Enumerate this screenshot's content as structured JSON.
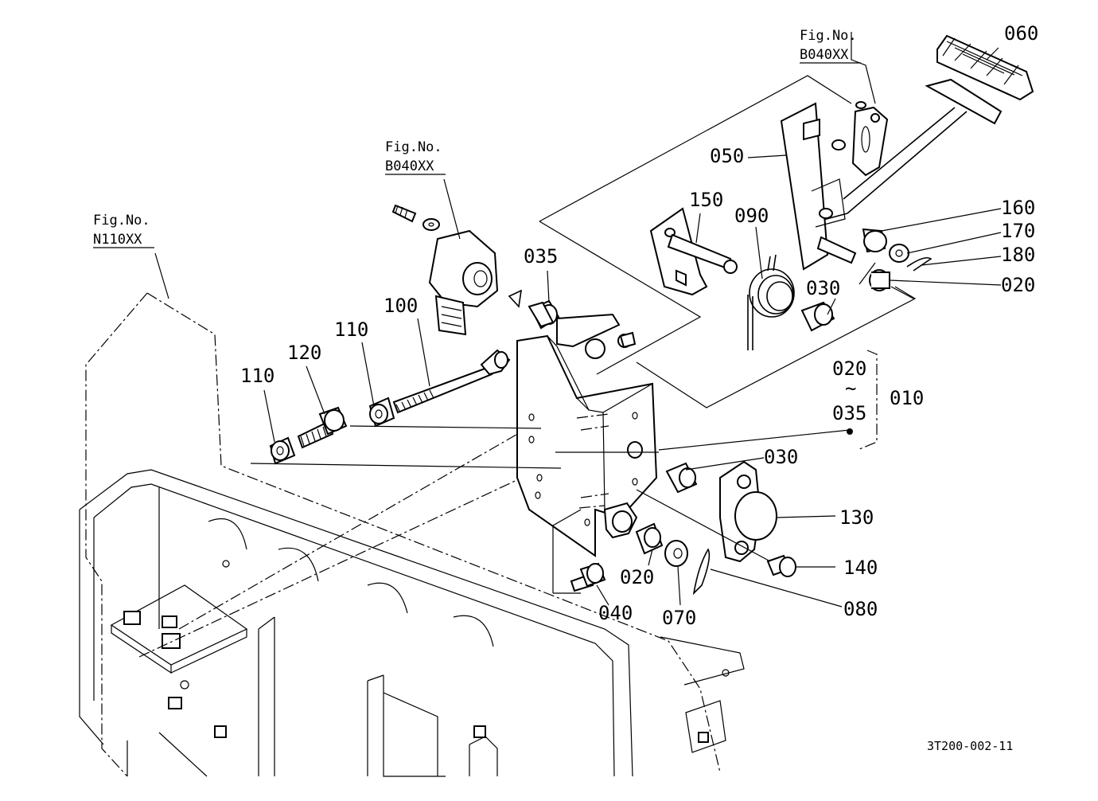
{
  "labels": {
    "p060": "060",
    "p050": "050",
    "p150": "150",
    "p090": "090",
    "p160": "160",
    "p170": "170",
    "p180": "180",
    "p020a": "020",
    "p035": "035",
    "p100": "100",
    "p110a": "110",
    "p120": "120",
    "p110b": "110",
    "p030a": "030",
    "p010": "010",
    "p020b": "020",
    "p035b": "035",
    "p030b": "030",
    "p130": "130",
    "p140": "140",
    "p020c": "020",
    "p040": "040",
    "p070": "070",
    "p080": "080",
    "tilde": "~"
  },
  "figure_refs": {
    "top_right": {
      "caption": "Fig.No.",
      "code": "B040XX"
    },
    "center": {
      "caption": "Fig.No.",
      "code": "B040XX"
    },
    "left": {
      "caption": "Fig.No.",
      "code": "N110XX"
    }
  },
  "drawing_code": "3T200-002-11"
}
